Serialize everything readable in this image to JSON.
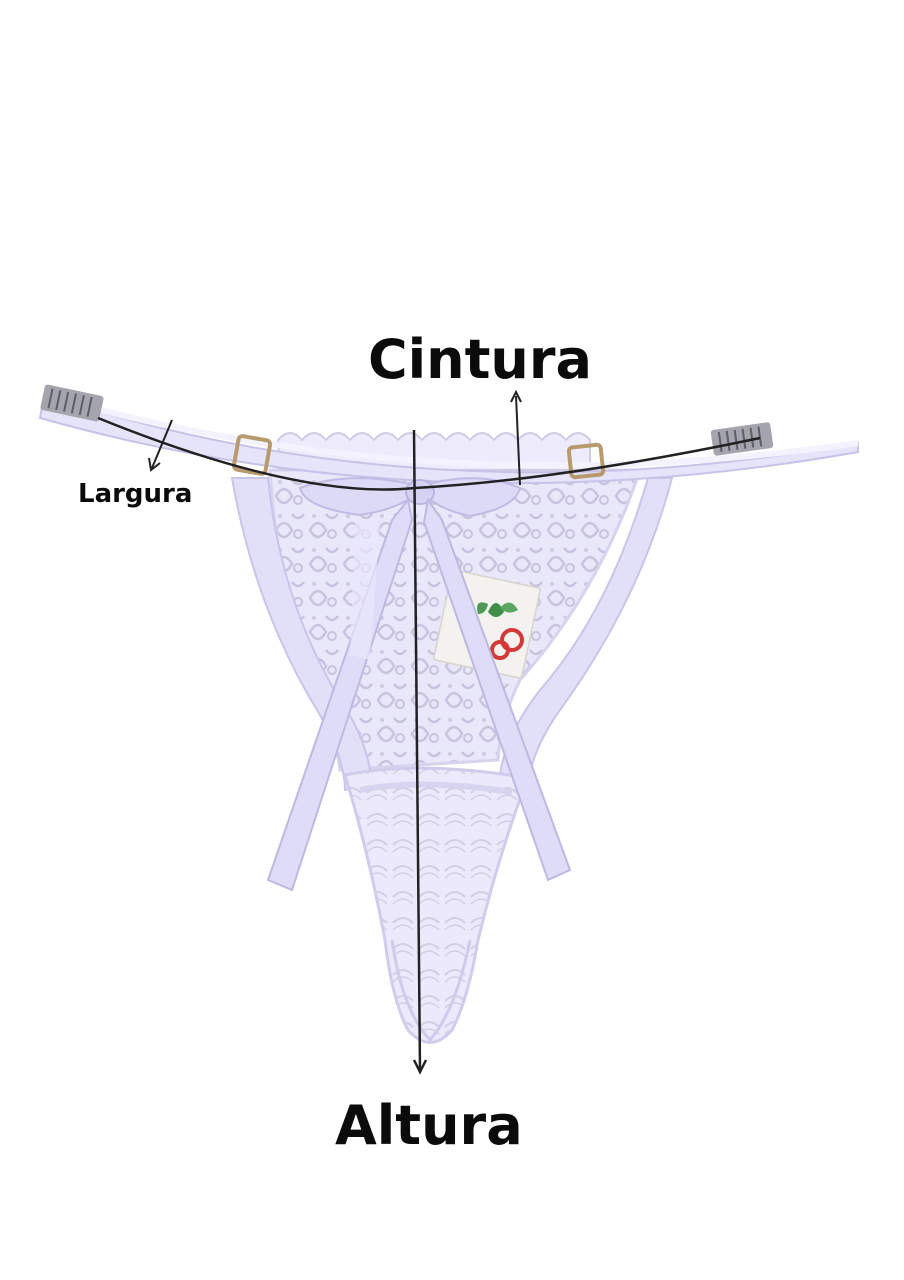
{
  "labels": {
    "waist": "Cintura",
    "width": "Largura",
    "height": "Altura"
  },
  "colors": {
    "fabric": "#e6e4fb",
    "fabric_shadow": "#c9c6ec",
    "lace_dark": "#c4bfd9",
    "hardware": "#9a9aa2",
    "guide_line": "#222222",
    "text": "#0b0b0b"
  },
  "icons": [
    "bow-icon",
    "tag-logo-icon",
    "adjuster-ring-icon",
    "strap-hook-icon"
  ]
}
